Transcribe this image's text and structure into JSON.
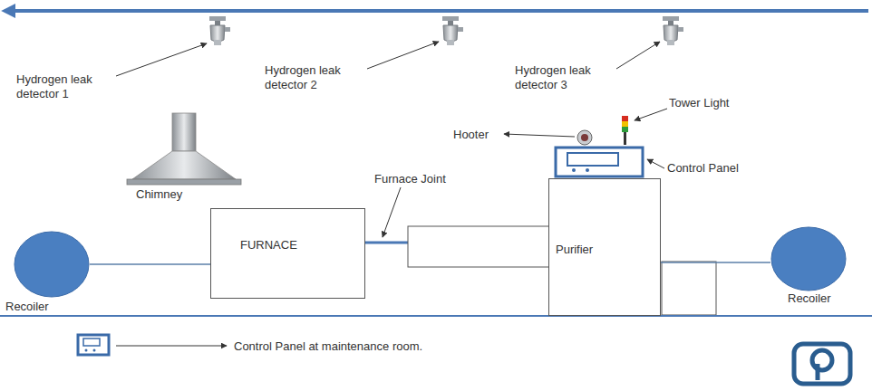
{
  "diagram": {
    "nodes": [
      {
        "text": [
          "Recoiler"
        ]
      },
      {
        "text": [
          "FURNACE"
        ]
      },
      {
        "text": [
          "Purifier"
        ]
      },
      {
        "text": [
          "Recoiler"
        ]
      }
    ],
    "edges": [
      {
        "from": 0,
        "to": 1,
        "arrow": "none"
      },
      {
        "from": 2,
        "to": 3,
        "arrow": "none"
      }
    ],
    "labels": [
      "Hydrogen leak detector 1",
      "Hydrogen leak detector 2",
      "Hydrogen leak detector 3",
      "Chimney",
      "Furnace Joint",
      "Hooter",
      "Tower Light",
      "Control Panel",
      "Control Panel at maintenance room."
    ]
  }
}
